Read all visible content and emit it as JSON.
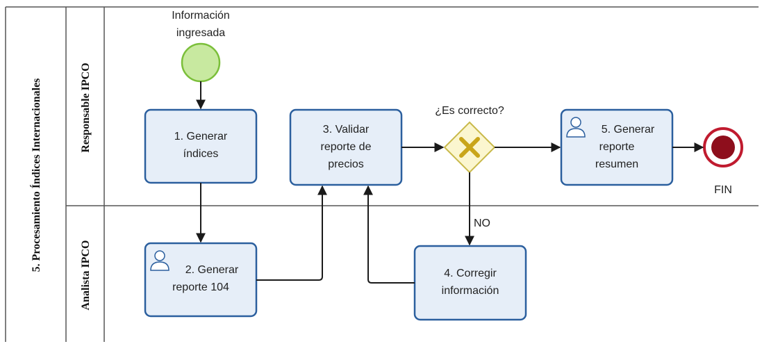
{
  "pool": {
    "title": "5. Procesamiento Índices Internacionales"
  },
  "lanes": [
    {
      "name": "Responsable IPCO"
    },
    {
      "name": "Analista IPCO"
    }
  ],
  "start_event": {
    "label": [
      "Información",
      "ingresada"
    ]
  },
  "tasks": [
    {
      "id": "t1",
      "lines": [
        "1. Generar",
        "índices"
      ],
      "user": false
    },
    {
      "id": "t2",
      "lines": [
        "2. Generar",
        "reporte 104"
      ],
      "user": true
    },
    {
      "id": "t3",
      "lines": [
        "3. Validar",
        "reporte de",
        "precios"
      ],
      "user": false
    },
    {
      "id": "t4",
      "lines": [
        "4. Corregir",
        "información"
      ],
      "user": false
    },
    {
      "id": "t5",
      "lines": [
        "5. Generar",
        "reporte",
        "resumen"
      ],
      "user": true
    }
  ],
  "gateway": {
    "label": "¿Es correcto?",
    "no_label": "NO"
  },
  "end_event": {
    "label": "FIN"
  },
  "colors": {
    "task_fill": "#e6eef8",
    "task_stroke": "#2b5f9e",
    "start_fill": "#c8e9a0",
    "start_stroke": "#7bbf3a",
    "gateway_fill": "#fbf6cf",
    "gateway_stroke": "#c9b94a",
    "end_stroke": "#c01b2f",
    "end_fill": "#8e0e1c"
  }
}
